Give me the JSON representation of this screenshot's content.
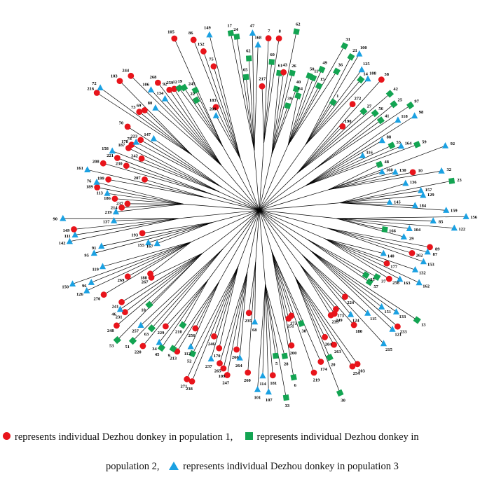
{
  "colors": {
    "population_1": "#e8141b",
    "population_2": "#13a452",
    "population_3": "#1ba1e2",
    "branch": "#000000"
  },
  "legend": {
    "entry_1": "represents individual Dezhou donkey in population 1,",
    "entry_2_part1": "represents individual Dezhou donkey in",
    "entry_2_part2": "population 2,",
    "entry_3": "represents individual Dezhou donkey in population 3"
  },
  "leaves": [
    {
      "id": "17",
      "pop": 2
    },
    {
      "id": "24",
      "pop": 2
    },
    {
      "id": "65",
      "pop": 2
    },
    {
      "id": "62",
      "pop": 2
    },
    {
      "id": "47",
      "pop": 3
    },
    {
      "id": "168",
      "pop": 3
    },
    {
      "id": "217",
      "pop": 1
    },
    {
      "id": "7",
      "pop": 1
    },
    {
      "id": "60",
      "pop": 2
    },
    {
      "id": "8",
      "pop": 1
    },
    {
      "id": "61",
      "pop": 2
    },
    {
      "id": "43",
      "pop": 1
    },
    {
      "id": "62",
      "pop": 2
    },
    {
      "id": "26",
      "pop": 2
    },
    {
      "id": "39",
      "pop": 2
    },
    {
      "id": "40",
      "pop": 2
    },
    {
      "id": "64",
      "pop": 2
    },
    {
      "id": "50",
      "pop": 2
    },
    {
      "id": "11",
      "pop": 2
    },
    {
      "id": "49",
      "pop": 2
    },
    {
      "id": "15",
      "pop": 2
    },
    {
      "id": "31",
      "pop": 2
    },
    {
      "id": "36",
      "pop": 2
    },
    {
      "id": "21",
      "pop": 2
    },
    {
      "id": "100",
      "pop": 3
    },
    {
      "id": "1",
      "pop": 2
    },
    {
      "id": "125",
      "pop": 3
    },
    {
      "id": "14",
      "pop": 2
    },
    {
      "id": "108",
      "pop": 3
    },
    {
      "id": "272",
      "pop": 1
    },
    {
      "id": "58",
      "pop": 1
    },
    {
      "id": "190",
      "pop": 1
    },
    {
      "id": "27",
      "pop": 2
    },
    {
      "id": "42",
      "pop": 2
    },
    {
      "id": "56",
      "pop": 2
    },
    {
      "id": "25",
      "pop": 2
    },
    {
      "id": "41",
      "pop": 2
    },
    {
      "id": "97",
      "pop": 2
    },
    {
      "id": "118",
      "pop": 3
    },
    {
      "id": "98",
      "pop": 3
    },
    {
      "id": "88",
      "pop": 3
    },
    {
      "id": "116",
      "pop": 3
    },
    {
      "id": "55",
      "pop": 2
    },
    {
      "id": "164",
      "pop": 3
    },
    {
      "id": "59",
      "pop": 2
    },
    {
      "id": "48",
      "pop": 2
    },
    {
      "id": "92",
      "pop": 3
    },
    {
      "id": "160",
      "pop": 3
    },
    {
      "id": "130",
      "pop": 3
    },
    {
      "id": "10",
      "pop": 1
    },
    {
      "id": "32",
      "pop": 3
    },
    {
      "id": "136",
      "pop": 3
    },
    {
      "id": "23",
      "pop": 2
    },
    {
      "id": "157",
      "pop": 3
    },
    {
      "id": "129",
      "pop": 3
    },
    {
      "id": "145",
      "pop": 3
    },
    {
      "id": "184",
      "pop": 3
    },
    {
      "id": "159",
      "pop": 3
    },
    {
      "id": "156",
      "pop": 3
    },
    {
      "id": "85",
      "pop": 3
    },
    {
      "id": "122",
      "pop": 3
    },
    {
      "id": "104",
      "pop": 3
    },
    {
      "id": "166",
      "pop": 2
    },
    {
      "id": "29",
      "pop": 3
    },
    {
      "id": "89",
      "pop": 1
    },
    {
      "id": "87",
      "pop": 3
    },
    {
      "id": "262",
      "pop": 1
    },
    {
      "id": "153",
      "pop": 3
    },
    {
      "id": "140",
      "pop": 3
    },
    {
      "id": "132",
      "pop": 3
    },
    {
      "id": "177",
      "pop": 1
    },
    {
      "id": "162",
      "pop": 3
    },
    {
      "id": "163",
      "pop": 3
    },
    {
      "id": "258",
      "pop": 1
    },
    {
      "id": "37",
      "pop": 2
    },
    {
      "id": "35",
      "pop": 2
    },
    {
      "id": "57",
      "pop": 2
    },
    {
      "id": "13",
      "pop": 2
    },
    {
      "id": "133",
      "pop": 3
    },
    {
      "id": "151",
      "pop": 3
    },
    {
      "id": "233",
      "pop": 1
    },
    {
      "id": "121",
      "pop": 3
    },
    {
      "id": "115",
      "pop": 3
    },
    {
      "id": "224",
      "pop": 1
    },
    {
      "id": "215",
      "pop": 3
    },
    {
      "id": "124",
      "pop": 3
    },
    {
      "id": "180",
      "pop": 1
    },
    {
      "id": "173",
      "pop": 1
    },
    {
      "id": "249",
      "pop": 1
    },
    {
      "id": "239",
      "pop": 1
    },
    {
      "id": "203",
      "pop": 1
    },
    {
      "id": "254",
      "pop": 1
    },
    {
      "id": "263",
      "pop": 1
    },
    {
      "id": "204",
      "pop": 1
    },
    {
      "id": "20",
      "pop": 2
    },
    {
      "id": "30",
      "pop": 2
    },
    {
      "id": "174",
      "pop": 1
    },
    {
      "id": "38",
      "pop": 2
    },
    {
      "id": "219",
      "pop": 1
    },
    {
      "id": "172",
      "pop": 1
    },
    {
      "id": "251",
      "pop": 1
    },
    {
      "id": "200",
      "pop": 1
    },
    {
      "id": "6",
      "pop": 2
    },
    {
      "id": "28",
      "pop": 2
    },
    {
      "id": "33",
      "pop": 2
    },
    {
      "id": "5",
      "pop": 2
    },
    {
      "id": "181",
      "pop": 1
    },
    {
      "id": "107",
      "pop": 3
    },
    {
      "id": "114",
      "pop": 3
    },
    {
      "id": "101",
      "pop": 3
    },
    {
      "id": "68",
      "pop": 3
    },
    {
      "id": "260",
      "pop": 1
    },
    {
      "id": "235",
      "pop": 1
    },
    {
      "id": "264",
      "pop": 3
    },
    {
      "id": "266",
      "pop": 1
    },
    {
      "id": "247",
      "pop": 1
    },
    {
      "id": "109",
      "pop": 1
    },
    {
      "id": "265",
      "pop": 1
    },
    {
      "id": "170",
      "pop": 1
    },
    {
      "id": "237",
      "pop": 3
    },
    {
      "id": "246",
      "pop": 1
    },
    {
      "id": "238",
      "pop": 1
    },
    {
      "id": "271",
      "pop": 1
    },
    {
      "id": "52",
      "pop": 2
    },
    {
      "id": "112",
      "pop": 3
    },
    {
      "id": "256",
      "pop": 1
    },
    {
      "id": "213",
      "pop": 1
    },
    {
      "id": "9",
      "pop": 2
    },
    {
      "id": "210",
      "pop": 2
    },
    {
      "id": "45",
      "pop": 2
    },
    {
      "id": "34",
      "pop": 3
    },
    {
      "id": "229",
      "pop": 1
    },
    {
      "id": "220",
      "pop": 1
    },
    {
      "id": "63",
      "pop": 2
    },
    {
      "id": "51",
      "pop": 2
    },
    {
      "id": "257",
      "pop": 3
    },
    {
      "id": "53",
      "pop": 2
    },
    {
      "id": "10",
      "pop": 2
    },
    {
      "id": "248",
      "pop": 1
    },
    {
      "id": "231",
      "pop": 1
    },
    {
      "id": "46",
      "pop": 3
    },
    {
      "id": "241",
      "pop": 1
    },
    {
      "id": "267",
      "pop": 1
    },
    {
      "id": "188",
      "pop": 1
    },
    {
      "id": "270",
      "pop": 1
    },
    {
      "id": "269",
      "pop": 1
    },
    {
      "id": "126",
      "pop": 3
    },
    {
      "id": "96",
      "pop": 3
    },
    {
      "id": "150",
      "pop": 3
    },
    {
      "id": "119",
      "pop": 3
    },
    {
      "id": "167",
      "pop": 3
    },
    {
      "id": "155",
      "pop": 3
    },
    {
      "id": "95",
      "pop": 3
    },
    {
      "id": "91",
      "pop": 3
    },
    {
      "id": "193",
      "pop": 1
    },
    {
      "id": "142",
      "pop": 3
    },
    {
      "id": "111",
      "pop": 3
    },
    {
      "id": "149",
      "pop": 1
    },
    {
      "id": "137",
      "pop": 3
    },
    {
      "id": "90",
      "pop": 3
    },
    {
      "id": "219",
      "pop": 3
    },
    {
      "id": "214",
      "pop": 1
    },
    {
      "id": "237",
      "pop": 1
    },
    {
      "id": "186",
      "pop": 1
    },
    {
      "id": "113",
      "pop": 3
    },
    {
      "id": "189",
      "pop": 1
    },
    {
      "id": "76",
      "pop": 3
    },
    {
      "id": "199",
      "pop": 1
    },
    {
      "id": "161",
      "pop": 3
    },
    {
      "id": "207",
      "pop": 1
    },
    {
      "id": "208",
      "pop": 1
    },
    {
      "id": "230",
      "pop": 1
    },
    {
      "id": "221",
      "pop": 1
    },
    {
      "id": "158",
      "pop": 3
    },
    {
      "id": "242",
      "pop": 1
    },
    {
      "id": "187",
      "pop": 1
    },
    {
      "id": "178",
      "pop": 1
    },
    {
      "id": "78",
      "pop": 3
    },
    {
      "id": "223",
      "pop": 1
    },
    {
      "id": "70",
      "pop": 1
    },
    {
      "id": "147",
      "pop": 3
    },
    {
      "id": "216",
      "pop": 1
    },
    {
      "id": "72",
      "pop": 3
    },
    {
      "id": "73",
      "pop": 1
    },
    {
      "id": "69",
      "pop": 1
    },
    {
      "id": "103",
      "pop": 1
    },
    {
      "id": "80",
      "pop": 3
    },
    {
      "id": "244",
      "pop": 1
    },
    {
      "id": "106",
      "pop": 3
    },
    {
      "id": "134",
      "pop": 3
    },
    {
      "id": "268",
      "pop": 1
    },
    {
      "id": "92",
      "pop": 1
    },
    {
      "id": "259",
      "pop": 1
    },
    {
      "id": "12",
      "pop": 2
    },
    {
      "id": "19",
      "pop": 2
    },
    {
      "id": "22",
      "pop": 2
    },
    {
      "id": "245",
      "pop": 2
    },
    {
      "id": "105",
      "pop": 1
    },
    {
      "id": "209",
      "pop": 3
    },
    {
      "id": "183",
      "pop": 1
    },
    {
      "id": "86",
      "pop": 1
    },
    {
      "id": "152",
      "pop": 1
    },
    {
      "id": "75",
      "pop": 1
    },
    {
      "id": "149",
      "pop": 3
    }
  ]
}
